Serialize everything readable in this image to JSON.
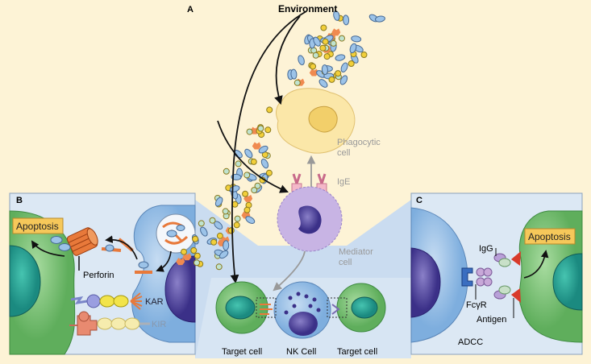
{
  "panel_a": {
    "letter": "A",
    "environment": "Environment",
    "phagocytic_1": "Phagocytic",
    "phagocytic_2": "cell",
    "ige": "IgE",
    "mediator_1": "Mediator",
    "mediator_2": "cell",
    "target_left": "Target cell",
    "nk": "NK Cell",
    "target_right": "Target cell"
  },
  "panel_b": {
    "letter": "B",
    "apoptosis": "Apoptosis",
    "perforin": "Perforin",
    "kar": "KAR",
    "kir": "KIR"
  },
  "panel_c": {
    "letter": "C",
    "apoptosis": "Apoptosis",
    "igg": "IgG",
    "fcr": "FcγR",
    "antigen": "Antigen",
    "adcc": "ADCC"
  },
  "colors": {
    "background": "#fdf3d6",
    "panel": "#dce8f4",
    "target_cell": "#7cc47a",
    "nk_cell": "#9cc3e8",
    "nucleus_purple": "#4a3f96",
    "apoptosis_box": "#f6c85a",
    "perforin": "#e8793a"
  }
}
